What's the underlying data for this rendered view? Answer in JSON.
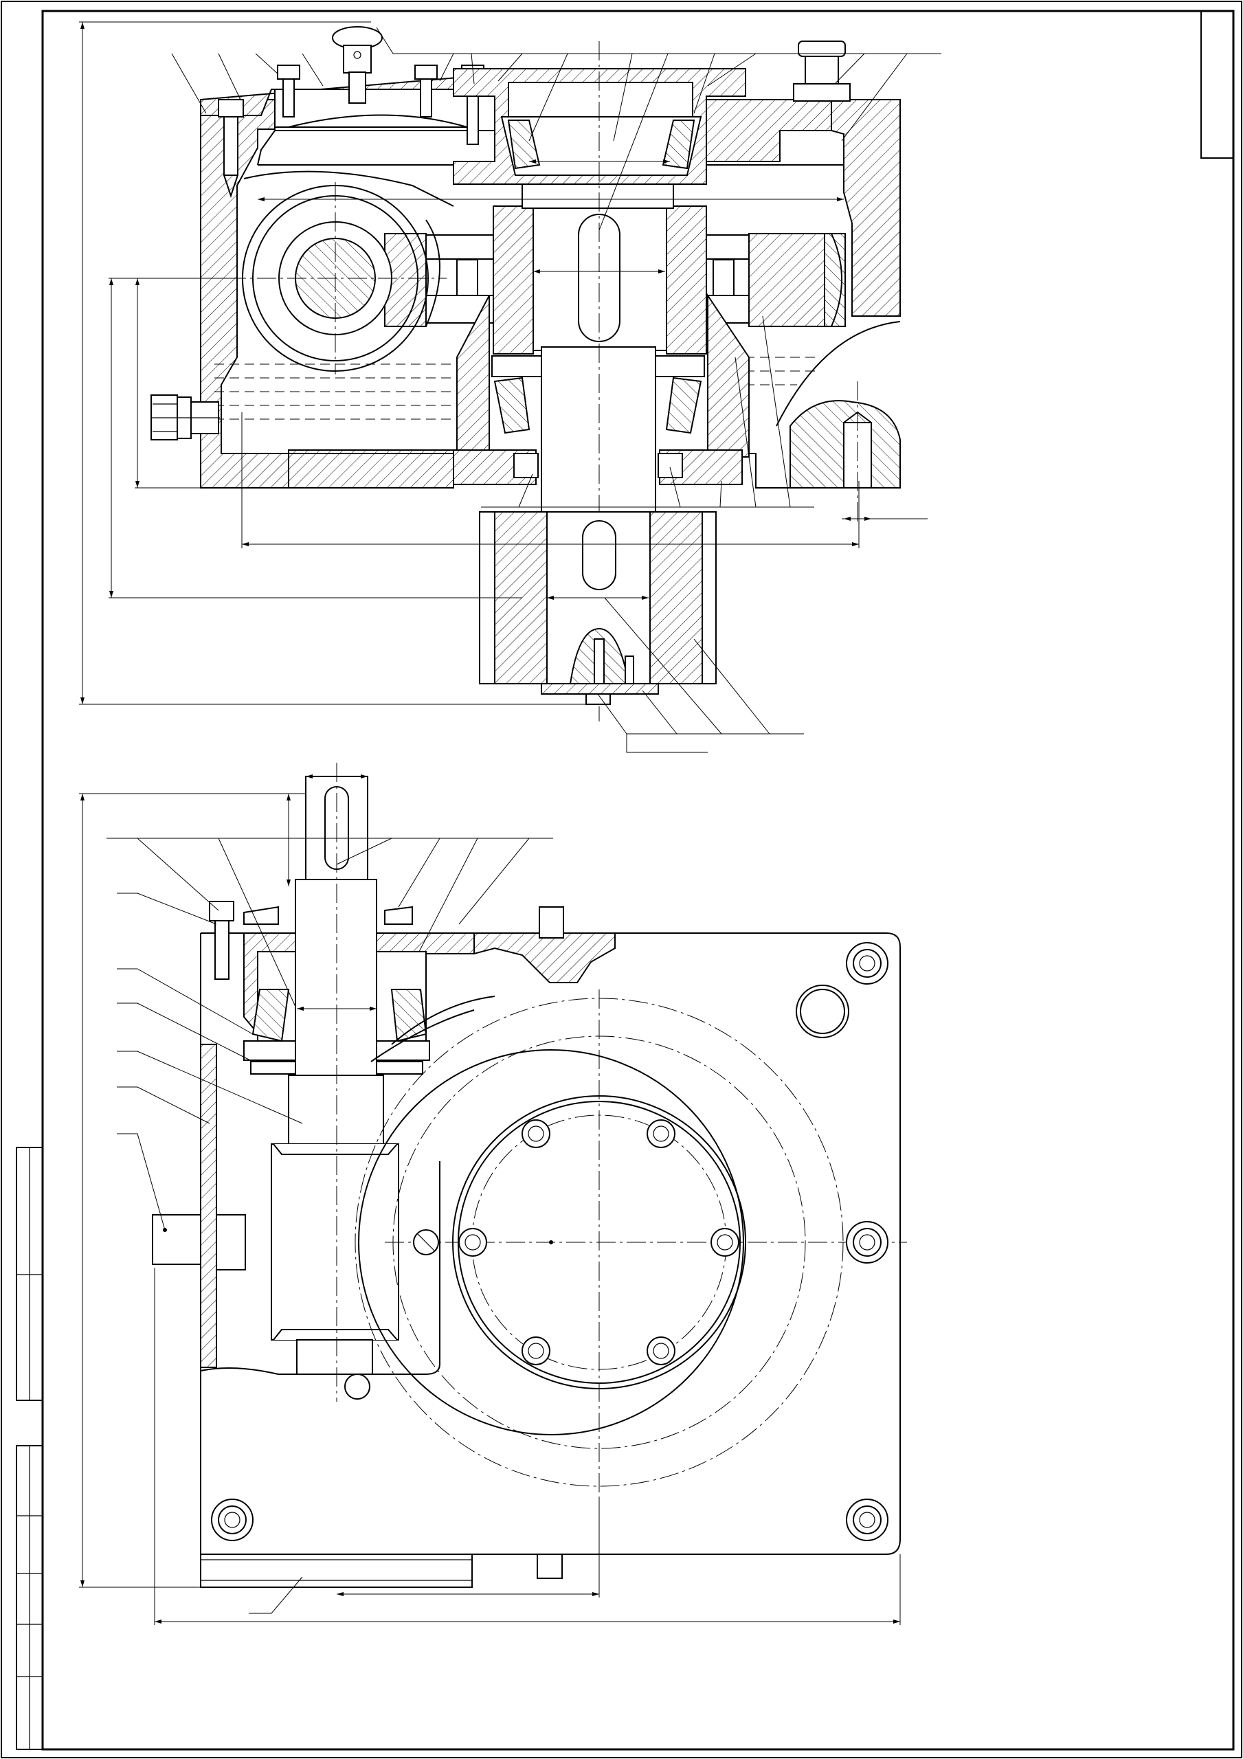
{
  "drawing": {
    "type": "technical-assembly-drawing",
    "views": [
      "section-view",
      "top-view"
    ],
    "stroke_color": "#000000",
    "background_color": "#ffffff"
  }
}
